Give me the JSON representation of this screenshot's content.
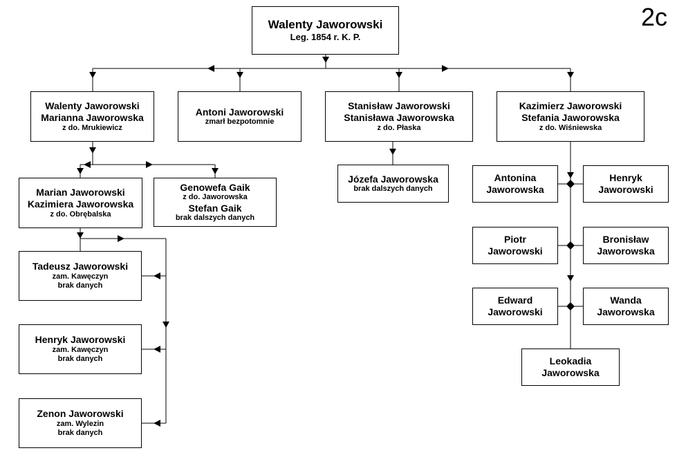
{
  "page_number": "2c",
  "nodes": {
    "root": {
      "lines": [
        "Walenty Jaworowski",
        "Leg. 1854 r. K. P."
      ]
    },
    "walenty": {
      "lines": [
        "Walenty  Jaworowski",
        "Marianna  Jaworowska",
        "z do. Mrukiewicz"
      ]
    },
    "antoni": {
      "lines": [
        "Antoni  Jaworowski",
        "zmarł bezpotomnie"
      ]
    },
    "stanislaw": {
      "lines": [
        "Stanisław  Jaworowski",
        "Stanisława  Jaworowska",
        "z do. Płaska"
      ]
    },
    "kazimierz": {
      "lines": [
        "Kazimierz  Jaworowski",
        "Stefania  Jaworowska",
        "z do. Wiśniewska"
      ]
    },
    "marian": {
      "lines": [
        "Marian Jaworowski",
        "Kazimiera Jaworowska",
        "z do. Obrębalska"
      ]
    },
    "genowefa": {
      "lines": [
        "Genowefa Gaik",
        "z do. Jaworowska",
        "Stefan Gaik",
        "brak dalszych danych"
      ]
    },
    "jozefa": {
      "lines": [
        "Józefa Jaworowska",
        "brak dalszych danych"
      ]
    },
    "tadeusz": {
      "lines": [
        "Tadeusz  Jaworowski",
        "zam. Kawęczyn",
        "brak danych"
      ]
    },
    "henryk1": {
      "lines": [
        "Henryk  Jaworowski",
        "zam. Kawęczyn",
        "brak danych"
      ]
    },
    "zenon": {
      "lines": [
        "Zenon  Jaworowski",
        "zam. Wylezin",
        "brak danych"
      ]
    },
    "antonina": {
      "lines": [
        "Antonina",
        "Jaworowska"
      ]
    },
    "henryk2": {
      "lines": [
        "Henryk",
        "Jaworowski"
      ]
    },
    "piotr": {
      "lines": [
        "Piotr",
        "Jaworowski"
      ]
    },
    "bronislaw": {
      "lines": [
        "Bronisław",
        "Jaworowska"
      ]
    },
    "edward": {
      "lines": [
        "Edward",
        "Jaworowski"
      ]
    },
    "wanda": {
      "lines": [
        "Wanda",
        "Jaworowska"
      ]
    },
    "leokadia": {
      "lines": [
        "Leokadia",
        "Jaworowska"
      ]
    }
  }
}
